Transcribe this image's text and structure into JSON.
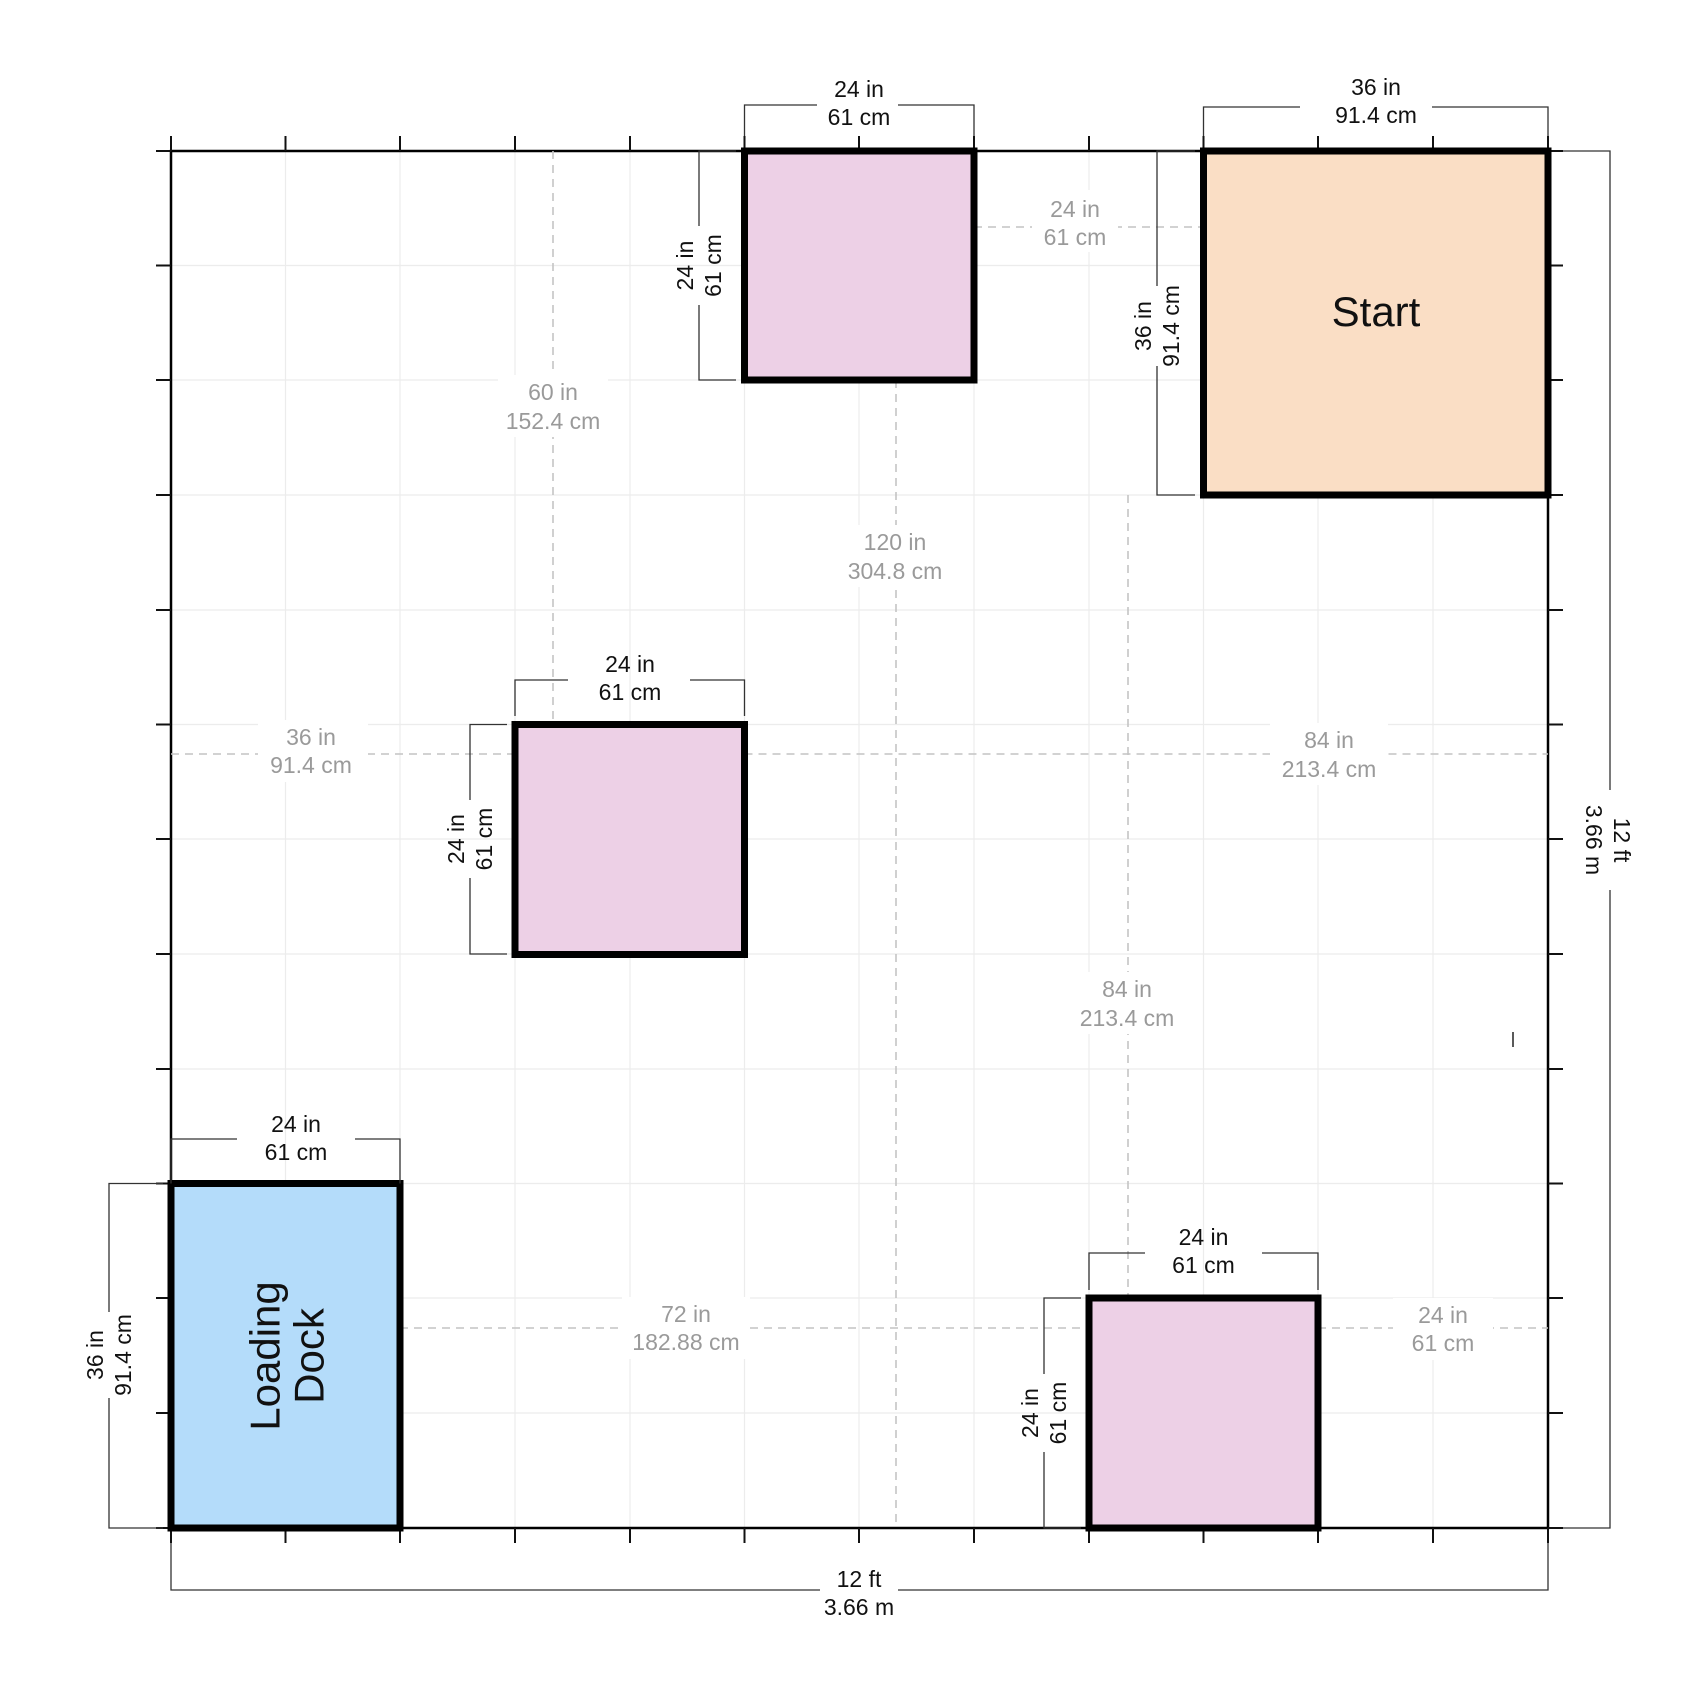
{
  "room": {
    "width": {
      "imperial": "12 ft",
      "metric": "3.66 m"
    },
    "height": {
      "imperial": "12 ft",
      "metric": "3.66 m"
    }
  },
  "colors": {
    "start": "#fadec5",
    "loading_dock": "#b4dcfa",
    "obstacle": "#edd0e6",
    "grid": "#ececec",
    "dimension_gray": "#9a9a9a"
  },
  "zones": {
    "start": {
      "label": "Start",
      "width": {
        "imperial": "36 in",
        "metric": "91.4 cm"
      },
      "height": {
        "imperial": "36 in",
        "metric": "91.4 cm"
      }
    },
    "loading_dock": {
      "label_line1": "Loading",
      "label_line2": "Dock",
      "width": {
        "imperial": "24 in",
        "metric": "61 cm"
      },
      "height": {
        "imperial": "36 in",
        "metric": "91.4 cm"
      }
    }
  },
  "obstacles": [
    {
      "id": "top",
      "width": {
        "imperial": "24 in",
        "metric": "61 cm"
      },
      "height": {
        "imperial": "24 in",
        "metric": "61 cm"
      }
    },
    {
      "id": "middle",
      "width": {
        "imperial": "24 in",
        "metric": "61 cm"
      },
      "height": {
        "imperial": "24 in",
        "metric": "61 cm"
      }
    },
    {
      "id": "bottom-right",
      "width": {
        "imperial": "24 in",
        "metric": "61 cm"
      },
      "height": {
        "imperial": "24 in",
        "metric": "61 cm"
      }
    }
  ],
  "distances": [
    {
      "id": "top-obstacle-to-start",
      "imperial": "24  in",
      "metric": "61 cm"
    },
    {
      "id": "vertical-left",
      "imperial": "60 in",
      "metric": "152.4 cm"
    },
    {
      "id": "vertical-center",
      "imperial": "120 in",
      "metric": "304.8 cm"
    },
    {
      "id": "left-wall-to-middle",
      "imperial": "36 in",
      "metric": "91.4 cm"
    },
    {
      "id": "middle-to-right-wall",
      "imperial": "84 in",
      "metric": "213.4 cm"
    },
    {
      "id": "start-to-bottom-obstacle",
      "imperial": "84 in",
      "metric": "213.4 cm"
    },
    {
      "id": "dock-to-bottom-obstacle",
      "imperial": "72 in",
      "metric": "182.88 cm"
    },
    {
      "id": "bottom-obstacle-to-right-wall",
      "imperial": "24 in",
      "metric": "61 cm"
    }
  ]
}
